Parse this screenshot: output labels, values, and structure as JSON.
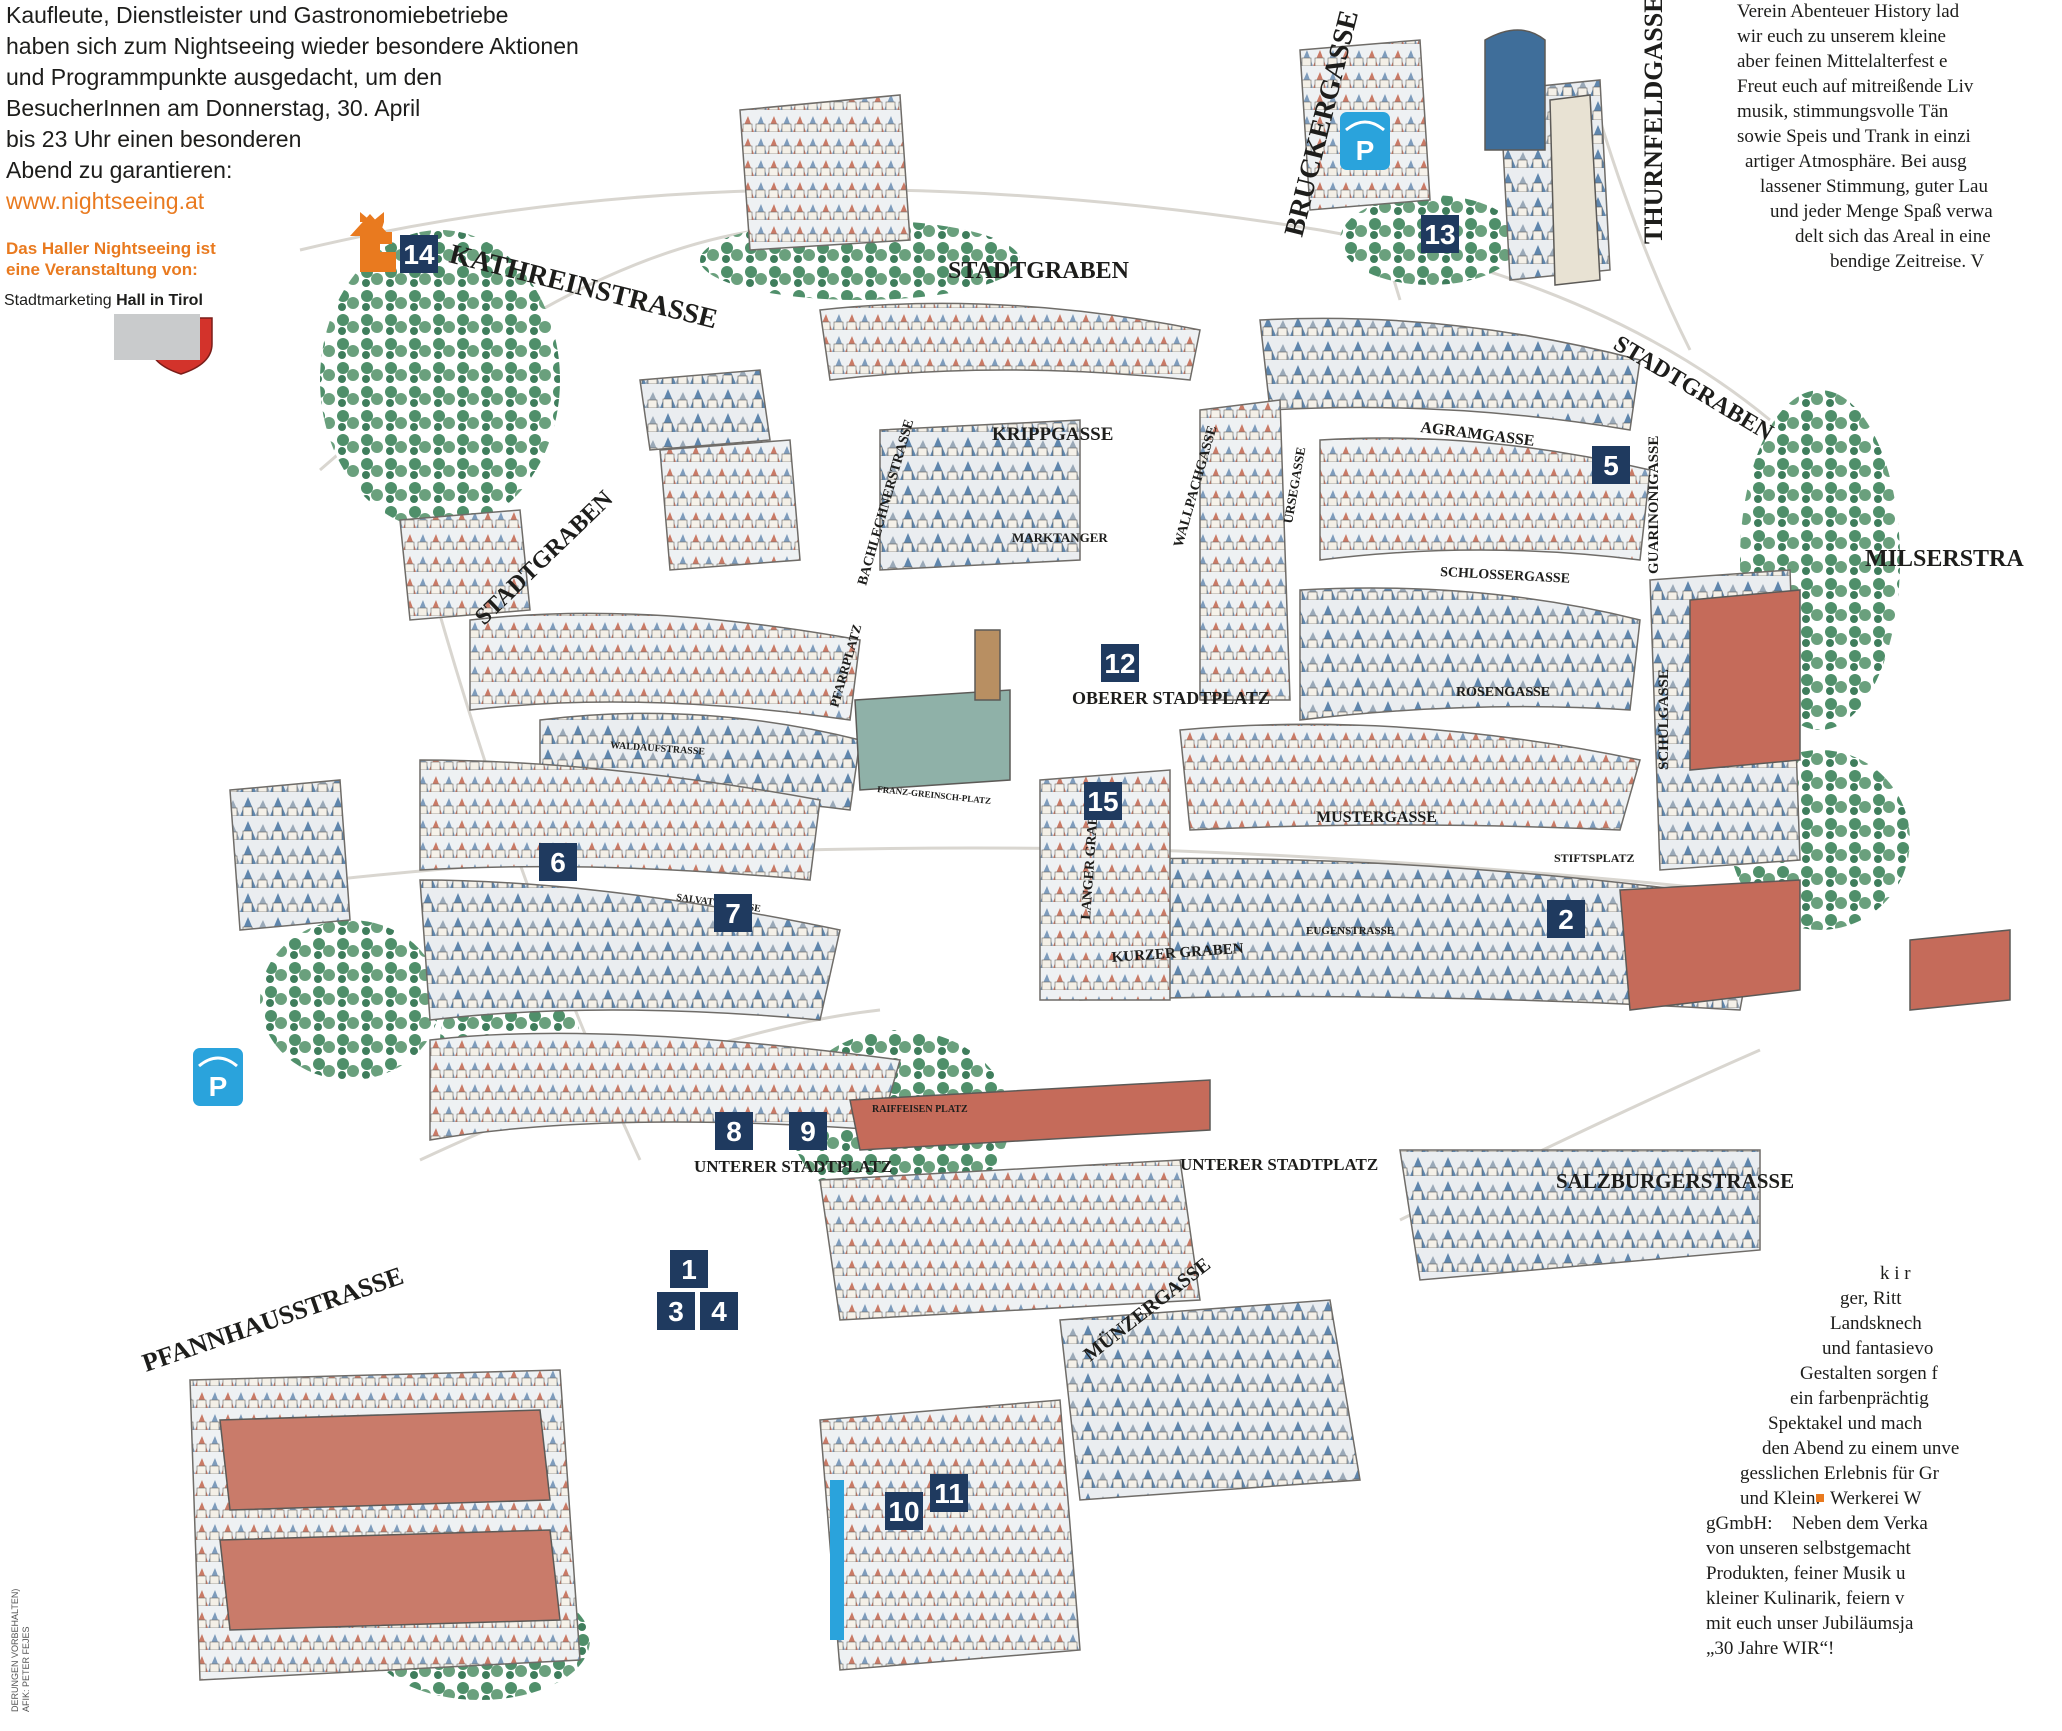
{
  "intro": {
    "lines": [
      "Kaufleute, Dienstleister und Gastronomiebetriebe",
      "haben sich zum Nightseeing wieder besondere Aktionen",
      "und Programmpunkte ausgedacht, um den",
      "BesucherInnen am Donnerstag, 30. April",
      "bis 23 Uhr einen besonderen",
      "Abend zu garantieren:"
    ],
    "url": "www.nightseeing.at"
  },
  "organizer": {
    "lines": [
      "Das Haller Nightseeing ist",
      "eine Veranstaltung von:"
    ],
    "name_prefix": "Stadtmarketing",
    "name_bold": "Hall in Tirol"
  },
  "right_column_top": [
    "Verein Abenteuer History lad",
    "wir euch zu unserem kleine",
    "aber feinen Mittelalterfest e",
    "Freut euch auf mitreißende Liv",
    "musik, stimmungsvolle Tän",
    "sowie Speis und Trank in einzi",
    "artiger Atmosphäre. Bei ausg",
    "lassener Stimmung, guter Lau",
    "und jeder Menge Spaß verwa",
    "delt sich das Areal in eine",
    "bendige Zeitreise. V"
  ],
  "right_column_bottom": [
    "k i r",
    "ger,   Ritt",
    "Landsknech",
    "und  fantasievo",
    "Gestalten  sorgen  f",
    "ein    farbenprächtig",
    "Spektakel  und  mach",
    "den Abend zu einem unve",
    "gesslichen  Erlebnis  für  Gr",
    "und  Klein.",
    "Werkerei  W",
    "gGmbH:",
    "Neben dem Verka",
    "von  unseren  selbstgemacht",
    "Produkten,  feiner  Musik  u",
    "kleiner  Kulinarik,  feiern  v",
    "mit euch unser Jubiläumsja",
    "„30 Jahre WIR“!"
  ],
  "credits": [
    "DERUNGEN VORBEHALTEN)",
    "AFIK: PETER FEJES"
  ],
  "street_labels": [
    "KATHREINSTRASSE",
    "STADTGRABEN",
    "BRUCKERGASSE",
    "THURNFELDGASSE",
    "STADTGRABEN",
    "KRIPPGASSE",
    "AGRAMGASSE",
    "GUARINONIGASSE",
    "MILSERSTRA",
    "STADTGRABEN",
    "MARKTANGER",
    "WALLPACHGASSE",
    "URSEGASSE",
    "SCHLOSSERGASSE",
    "BACHLECHNERSTRASSE",
    "PFARRPLATZ",
    "OBERER STADTPLATZ",
    "ROSENGASSE",
    "SCHULGASSE",
    "WALDAUFSTRASSE",
    "FRANZ-GREINSCH-PLATZ",
    "LANGER GRABEN",
    "MUSTERGASSE",
    "STIFTSPLATZ",
    "SALVATORGASSE",
    "EUGENSTRASSE",
    "KURZER GRABEN",
    "RAIFFEISEN PLATZ",
    "UNTERER STADTPLATZ",
    "UNTERER STADTPLATZ",
    "SALZBURGERSTRASSE",
    "PFANNHAUSSTRASSE",
    "MÜNZERGASSE"
  ],
  "markers": [
    "1",
    "2",
    "3",
    "4",
    "5",
    "6",
    "7",
    "8",
    "9",
    "10",
    "11",
    "12",
    "13",
    "14",
    "15"
  ],
  "parking_symbol": "P",
  "colors": {
    "marker_bg": "#1f3a5f",
    "accent_orange": "#e97a1f",
    "parking_blue": "#2aa3dc",
    "roof_red": "#c96b5a",
    "roof_blue": "#6d8fb4",
    "tree_green": "#4f8f6a"
  }
}
